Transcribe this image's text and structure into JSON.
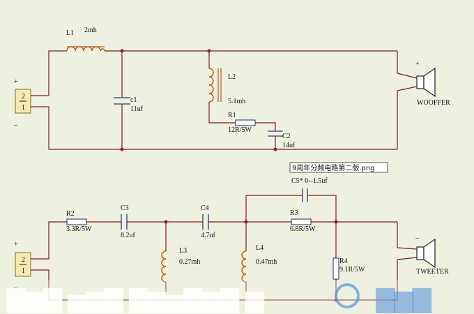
{
  "woofer": {
    "L1": {
      "name": "L1",
      "value": "2mh"
    },
    "c1": {
      "name": "c1",
      "value": "11uf"
    },
    "L2": {
      "name": "L2",
      "value": "5.1mh"
    },
    "R1": {
      "name": "R1",
      "value": "12R/5W"
    },
    "C2": {
      "name": "C2",
      "value": "14uf"
    },
    "input": {
      "pin_top": "2",
      "pin_bottom": "1",
      "plus": "+",
      "minus": "–"
    },
    "speaker": {
      "label": "WOOFFER",
      "plus": "+"
    }
  },
  "tweeter": {
    "R2": {
      "name": "R2",
      "value": "3.3R/5W"
    },
    "C3": {
      "name": "C3",
      "value": "8.2uf"
    },
    "C4": {
      "name": "C4",
      "value": "4.7uf"
    },
    "L3": {
      "name": "L3",
      "value": "0.27mh"
    },
    "L4": {
      "name": "L4",
      "value": "0.47mh"
    },
    "C5": {
      "label": "C5*  0--1.5uf"
    },
    "R3": {
      "name": "R3",
      "value": "6.8R/5W"
    },
    "R4": {
      "name": "R4",
      "value": "9.1R/5W"
    },
    "input": {
      "pin_top": "2",
      "pin_bottom": "1",
      "plus": "+",
      "minus": "–"
    },
    "speaker": {
      "label": "TWEETER",
      "minus": "–"
    }
  },
  "note": "9周年分频电路第二版.png"
}
